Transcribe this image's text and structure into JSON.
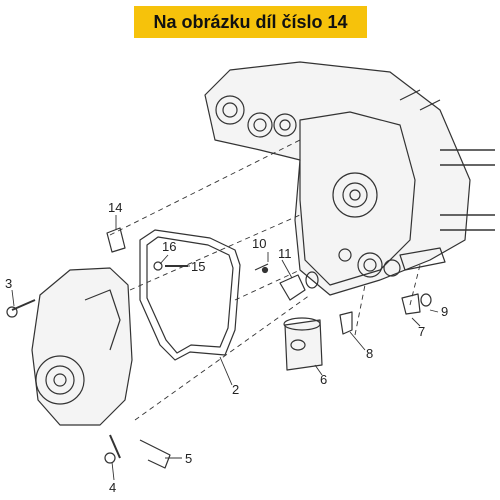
{
  "banner": {
    "text": "Na obrázku díl číslo 14",
    "color": "#f6c20b"
  },
  "callouts": [
    "14",
    "16",
    "15",
    "10",
    "11",
    "3",
    "9",
    "7",
    "8",
    "6",
    "2",
    "4",
    "5"
  ]
}
